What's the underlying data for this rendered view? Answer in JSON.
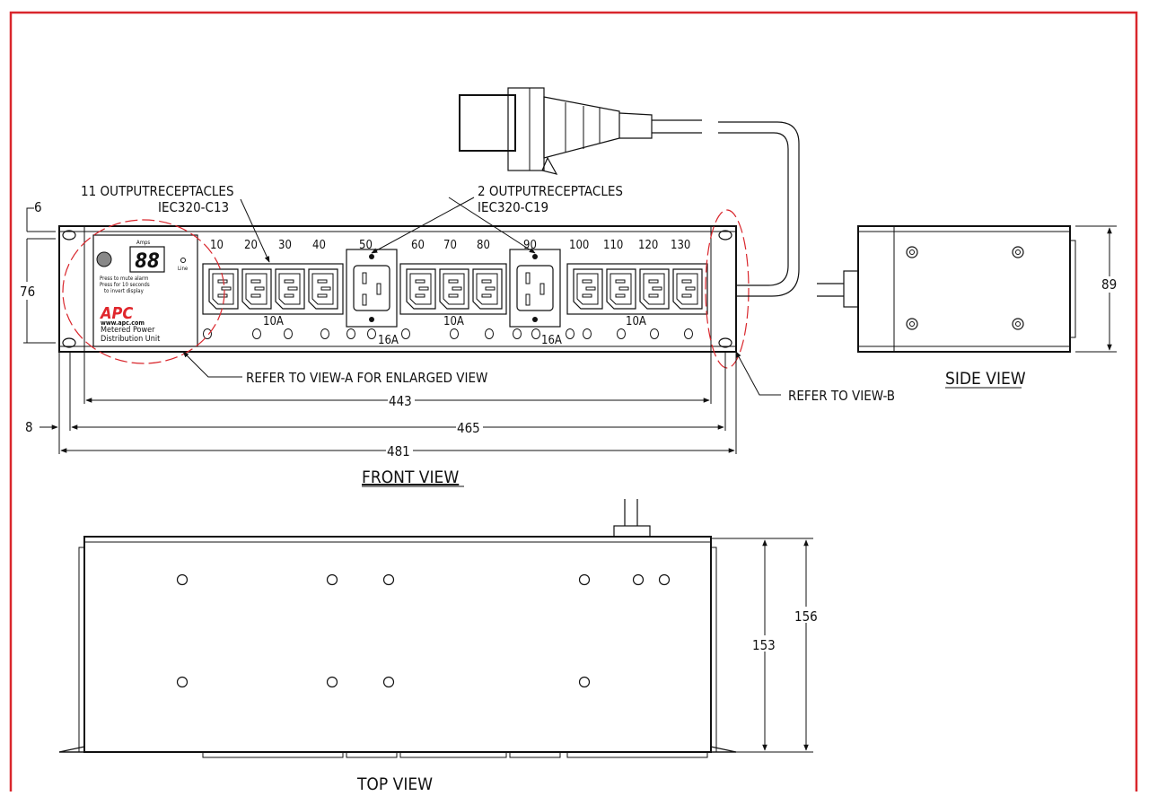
{
  "colors": {
    "border": "#d9262c",
    "callout": "#d9262c",
    "line": "#111111",
    "logo": "#e0262c"
  },
  "labels": {
    "c13_count": "11 OUTPUTRECEPTACLES",
    "c13_type": "IEC320-C13",
    "c19_count": "2 OUTPUTRECEPTACLES",
    "c19_type": "IEC320-C19",
    "refer_a": "REFER TO VIEW-A FOR ENLARGED VIEW",
    "refer_b": "REFER TO VIEW-B",
    "front_view": "FRONT VIEW",
    "side_view": "SIDE VIEW",
    "top_view": "TOP VIEW"
  },
  "dimensions": {
    "d6": "6",
    "d76": "76",
    "d8": "8",
    "d443": "443",
    "d465": "465",
    "d481": "481",
    "d89": "89",
    "d153": "153",
    "d156": "156"
  },
  "outlets": {
    "numbers": [
      "10",
      "20",
      "30",
      "40",
      "50",
      "60",
      "70",
      "80",
      "90",
      "100",
      "110",
      "120",
      "130"
    ],
    "ratings": {
      "g1": "10A",
      "g2": "16A",
      "g3": "10A",
      "g4": "16A",
      "g5": "10A"
    }
  },
  "panel": {
    "amps": "Amps",
    "display": "88",
    "line": "Line",
    "note1": "Press to mute alarm",
    "note2": "Press for 10 seconds",
    "note3": "to invert display",
    "logo": "APC",
    "website": "www.apc.com",
    "name1": "Metered Power",
    "name2": "Distribution Unit"
  }
}
